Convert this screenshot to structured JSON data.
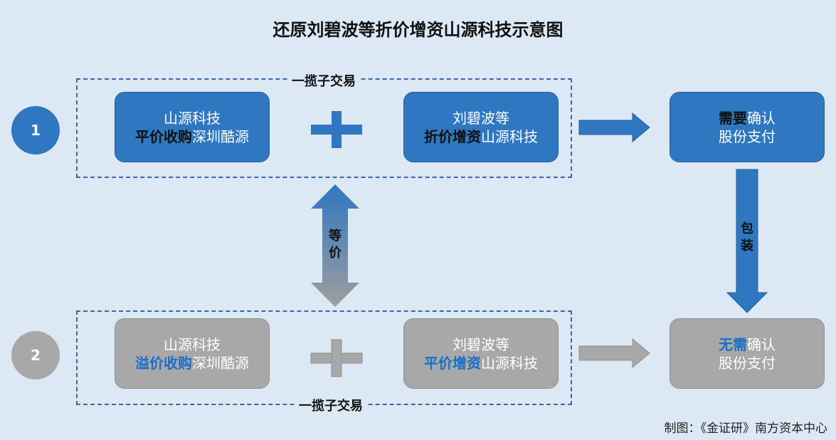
{
  "title": "还原刘碧波等折价增资山源科技示意图",
  "colors": {
    "background": "#dce9f5",
    "blue": "#2f77c0",
    "gray": "#a8a8a8",
    "dash": "#3c67a3",
    "highlight_blue": "#1c6fc9"
  },
  "scenario1": {
    "number": "1",
    "group_label": "一揽子交易",
    "box_left": {
      "line1": "山源科技",
      "line2_em": "平价收购",
      "line2_rest": "深圳酷源"
    },
    "box_right": {
      "line1": "刘碧波等",
      "line2_em": "折价增资",
      "line2_rest": "山源科技"
    },
    "result": {
      "line1_em": "需要",
      "line1_rest": "确认",
      "line2": "股份支付"
    }
  },
  "scenario2": {
    "number": "2",
    "group_label": "一揽子交易",
    "box_left": {
      "line1": "山源科技",
      "line2_em": "溢价收购",
      "line2_rest": "深圳酷源"
    },
    "box_right": {
      "line1": "刘碧波等",
      "line2_em": "平价增资",
      "line2_rest": "山源科技"
    },
    "result": {
      "line1_em": "无需",
      "line1_rest": "确认",
      "line2": "股份支付"
    }
  },
  "equal_label": [
    "等",
    "价"
  ],
  "wrap_label": [
    "包",
    "装"
  ],
  "source": "制图：《金证研》南方资本中心"
}
